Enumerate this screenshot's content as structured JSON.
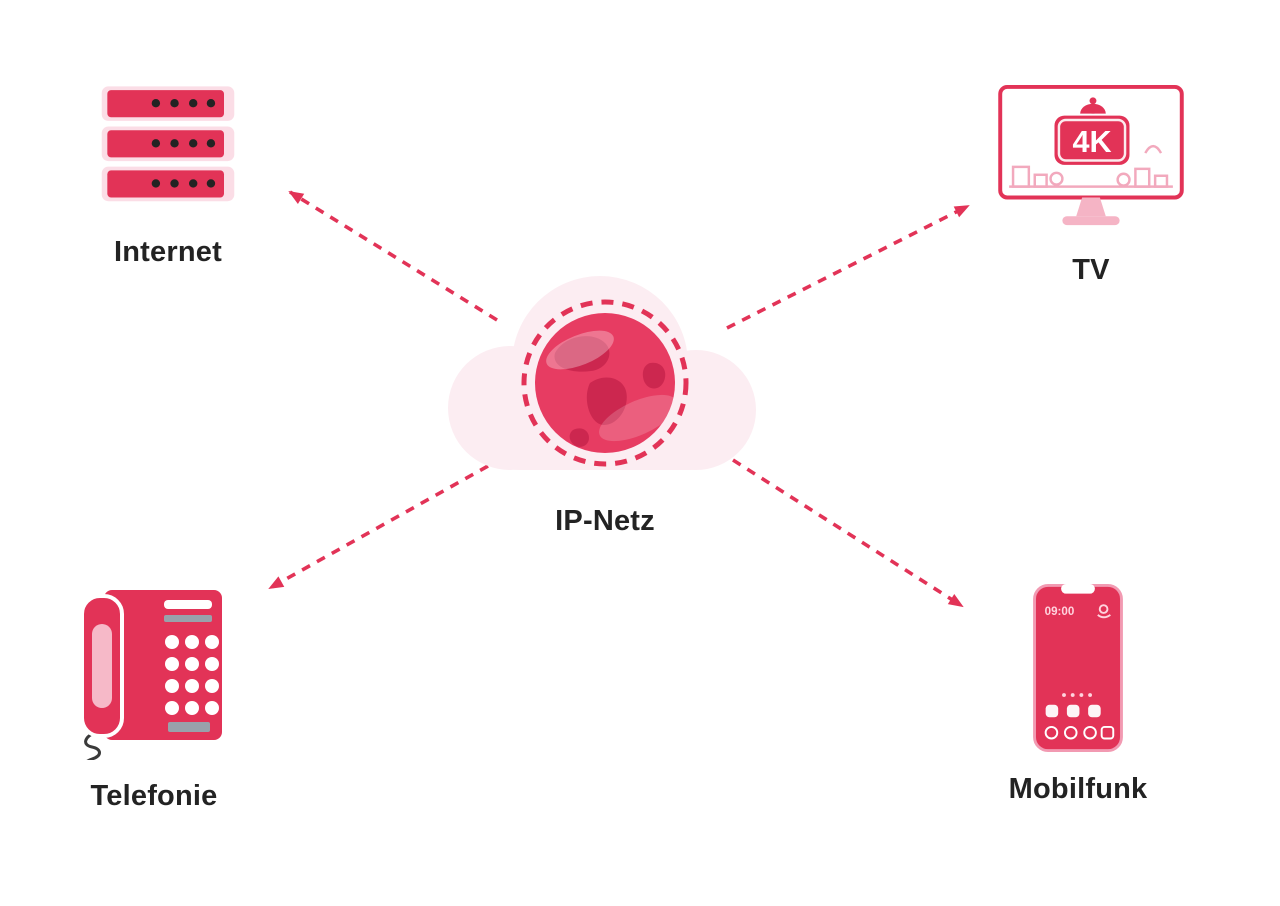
{
  "diagram": {
    "center": {
      "label": "IP-Netz"
    },
    "nodes": [
      {
        "id": "internet",
        "label": "Internet"
      },
      {
        "id": "tv",
        "label": "TV",
        "badge": "4K"
      },
      {
        "id": "telefonie",
        "label": "Telefonie"
      },
      {
        "id": "mobilfunk",
        "label": "Mobilfunk",
        "time": "09:00"
      }
    ],
    "colors": {
      "primary": "#E23357",
      "dark_accent": "#C9254E",
      "light_pink": "#FBDDE6",
      "pale_pink": "#FCEDF2",
      "text": "#232323"
    }
  }
}
